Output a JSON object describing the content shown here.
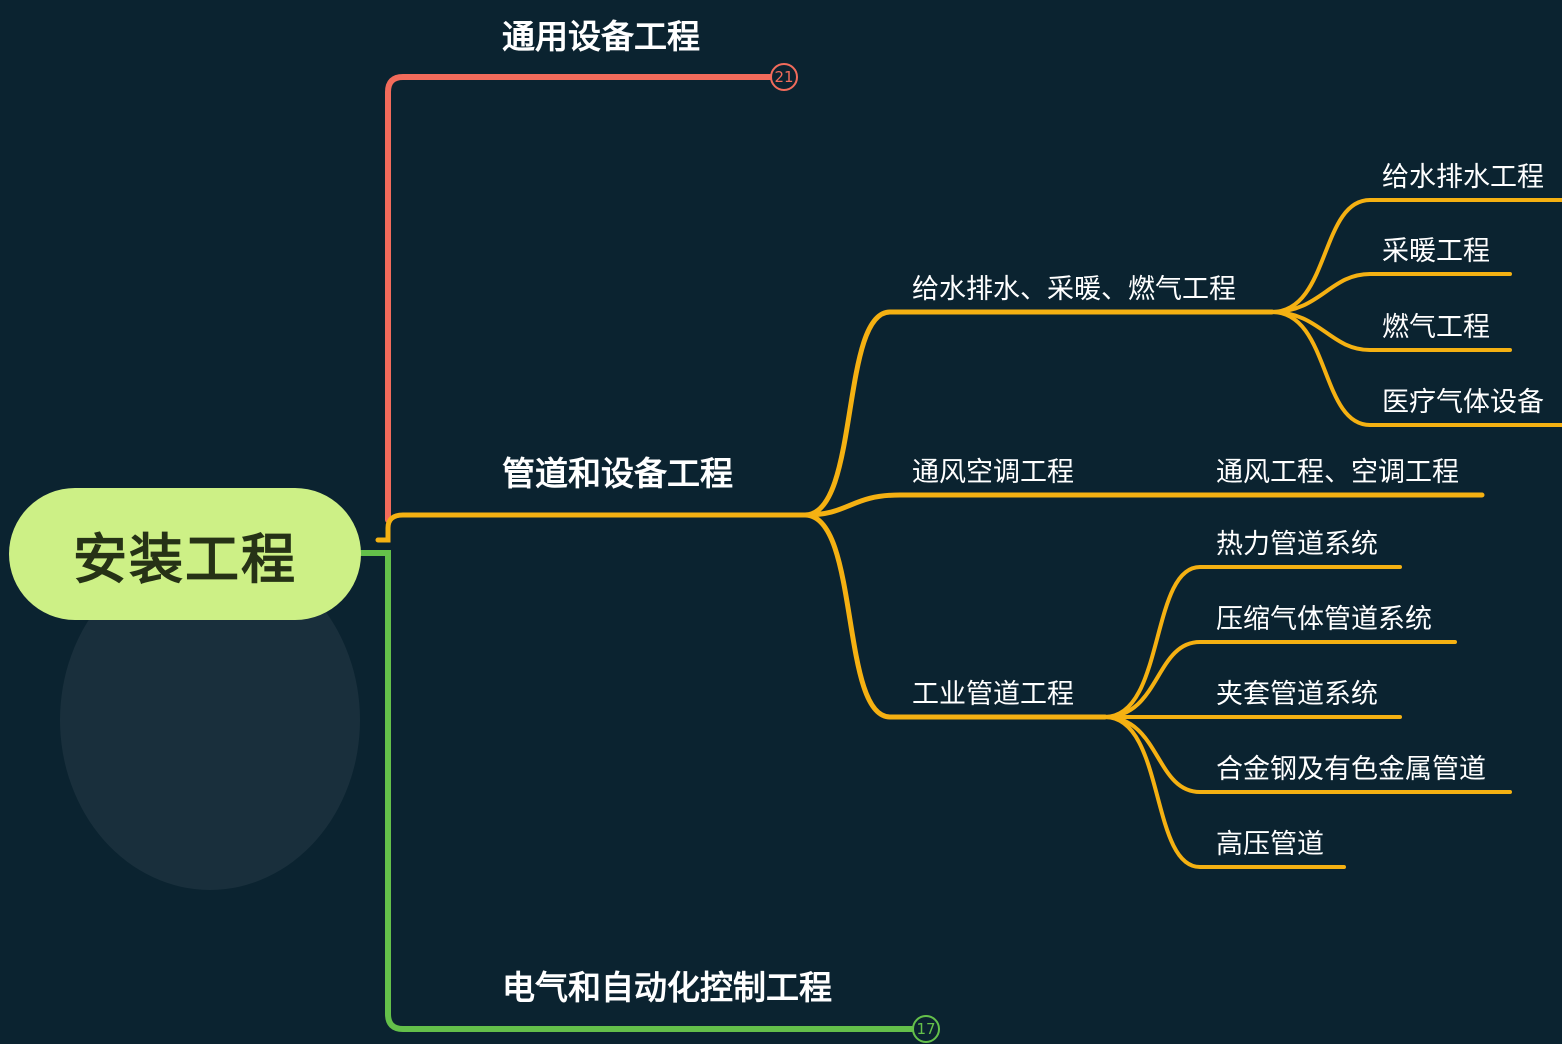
{
  "root": {
    "label": "安装工程",
    "color": "#cdf086"
  },
  "branches": {
    "general_equipment": {
      "label": "通用设备工程",
      "color": "#f26b5b",
      "collapsed_count": "21"
    },
    "pipe_equipment": {
      "label": "管道和设备工程",
      "color": "#f5b112"
    },
    "electrical": {
      "label": "电气和自动化控制工程",
      "color": "#64c04a",
      "collapsed_count": "17"
    }
  },
  "pipe_children": {
    "water": {
      "label": "给水排水、采暖、燃气工程",
      "children": [
        "给水排水工程",
        "采暖工程",
        "燃气工程",
        "医疗气体设备"
      ]
    },
    "hvac": {
      "label": "通风空调工程",
      "children": [
        "通风工程、空调工程"
      ]
    },
    "industrial": {
      "label": "工业管道工程",
      "children": [
        "热力管道系统",
        "压缩气体管道系统",
        "夹套管道系统",
        "合金钢及有色金属管道",
        "高压管道"
      ]
    }
  },
  "background_color": "#0b2330"
}
